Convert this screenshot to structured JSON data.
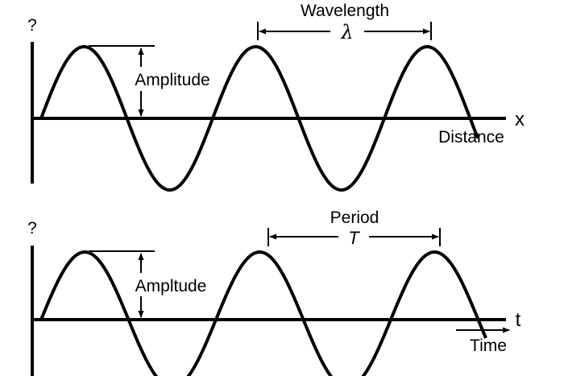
{
  "top_panel": {
    "y_axis_label": "?",
    "x_axis_letter": "x",
    "x_axis_label": "Distance",
    "amplitude_label": "Amplitude",
    "span_label": "Wavelength",
    "span_symbol": "λ"
  },
  "bottom_panel": {
    "y_axis_label": "?",
    "x_axis_letter": "t",
    "x_axis_label": "Time",
    "amplitude_label": "Ampltude",
    "span_label": "Period",
    "span_symbol": "T"
  }
}
